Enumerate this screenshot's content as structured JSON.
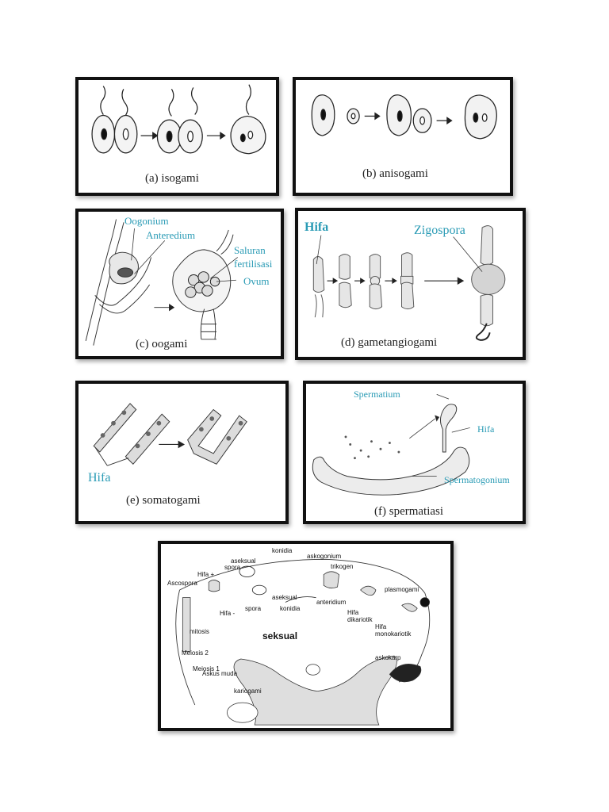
{
  "colors": {
    "label": "#2a9bb5",
    "border": "#111111",
    "cell_fill": "#f2f2f2"
  },
  "panels": {
    "a": {
      "caption": "(a) isogami"
    },
    "b": {
      "caption": "(b) anisogami"
    },
    "c": {
      "caption": "(c) oogami",
      "labels": [
        "Oogonium",
        "Anteredium",
        "Saluran fertilisasi",
        "Ovum"
      ]
    },
    "d": {
      "caption": "(d) gametangiogami",
      "labels": [
        "Hifa",
        "Zigospora"
      ]
    },
    "e": {
      "caption": "(e) somatogami",
      "labels": [
        "Hifa"
      ]
    },
    "f": {
      "caption": "(f) spermatiasi",
      "labels": [
        "Spermatium",
        "Hifa",
        "Spermatogonium"
      ]
    }
  },
  "cycle": {
    "center_label": "seksual",
    "labels": {
      "konidia_top": "konidia",
      "aseksual_top": "aseksual",
      "spora_plus": "spora",
      "hifa_plus": "Hifa +",
      "ascospora": "Ascospora",
      "askogonium": "askogonium",
      "trikogen": "trikogen",
      "aseksual_mid": "aseksual",
      "spora_minus": "spora",
      "konidia_mid": "konidia",
      "hifa_minus": "Hifa -",
      "anteridium": "anteridium",
      "plasmogami": "plasmogami",
      "hifa_dikariotik": "Hifa dikariotik",
      "hifa_monokariotik": "Hifa monokariotik",
      "mitosis": "mitosis",
      "meiosis2": "Meiosis 2",
      "meiosis1": "Meiosis 1",
      "askus_muda": "Askus muda",
      "askokarp": "askokarp",
      "kariogami": "kariogami"
    }
  }
}
